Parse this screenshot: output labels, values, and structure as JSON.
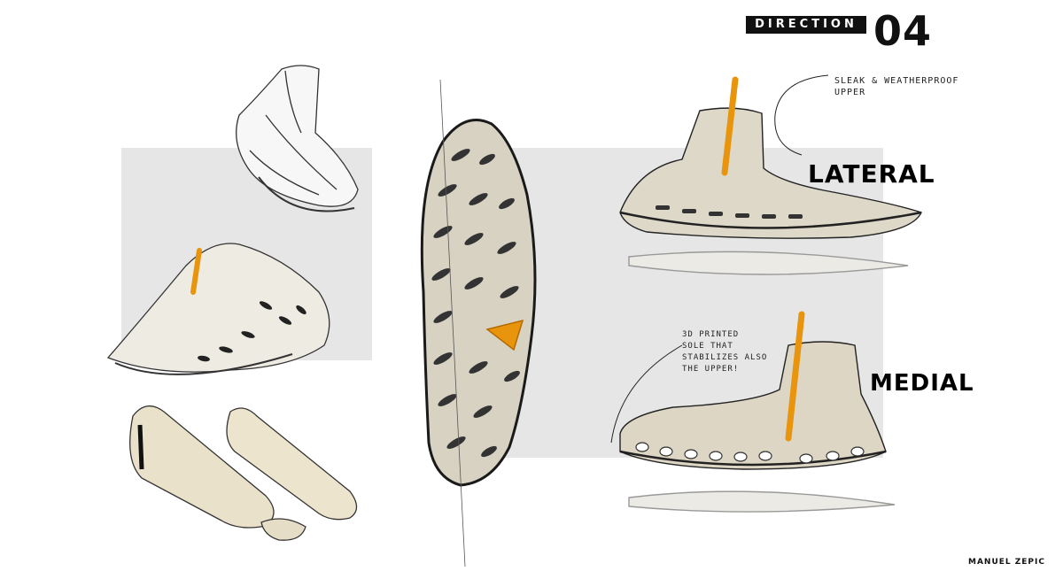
{
  "header": {
    "direction_label": "DIRECTION",
    "number": "04"
  },
  "annotations": {
    "upper_note": "SLEAK & WEATHERPROOF\nUPPER",
    "sole_note": "3D PRINTED\nSOLE THAT\nSTABILIZES ALSO\nTHE UPPER!"
  },
  "view_labels": {
    "lateral": "LATERAL",
    "medial": "MEDIAL"
  },
  "credit": {
    "author": "MANUEL ZEPIC"
  },
  "colors": {
    "accent_orange": "#e8940c",
    "panel_gray": "#e6e6e6",
    "sole_beige": "#d8d2c3",
    "ink": "#111111"
  }
}
